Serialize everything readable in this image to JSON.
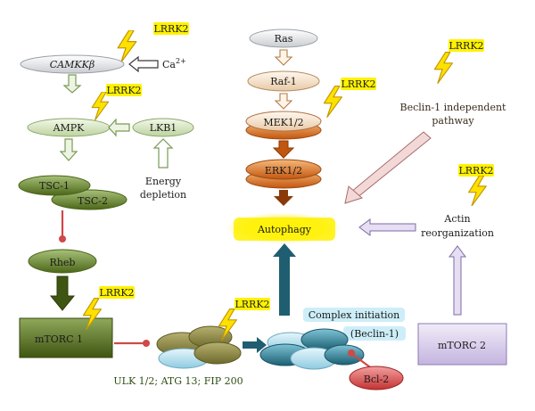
{
  "lrrk2_label": "LRRK2",
  "nodes": {
    "camkk": "CAMKKβ",
    "ca": "Ca",
    "ca_sup": "2+",
    "ampk": "AMPK",
    "lkb1": "LKB1",
    "energy_line1": "Energy",
    "energy_line2": "depletion",
    "tsc1": "TSC-1",
    "tsc2": "TSC-2",
    "rheb": "Rheb",
    "mtorc1": "mTORC 1",
    "ulk_complex": "ULK 1/2; ATG 13; FIP 200",
    "ras": "Ras",
    "raf1": "Raf-1",
    "mek": "MEK1/2",
    "erk": "ERK1/2",
    "autophagy": "Autophagy",
    "complex_initiation": "Complex initiation",
    "beclin1": "(Beclin-1)",
    "bcl2": "Bcl-2",
    "mtorc2": "mTORC 2",
    "beclin_indep_line1": "Beclin-1 independent",
    "beclin_indep_line2": "pathway",
    "actin_line1": "Actin",
    "actin_line2": "reorganization"
  },
  "colors": {
    "lrrk2_highlight": "#fff200",
    "bolt_fill": "#ffe100",
    "bolt_stroke": "#c8a000",
    "green_dark": "#4f6b1a",
    "green_light": "#c6dbab",
    "orange": "#e0761f",
    "teal": "#1f6e82",
    "light_blue": "#a9d8ea",
    "lavender": "#b9a7d6",
    "bcl2_red": "#d04040",
    "inhibit_red": "#d04848"
  }
}
